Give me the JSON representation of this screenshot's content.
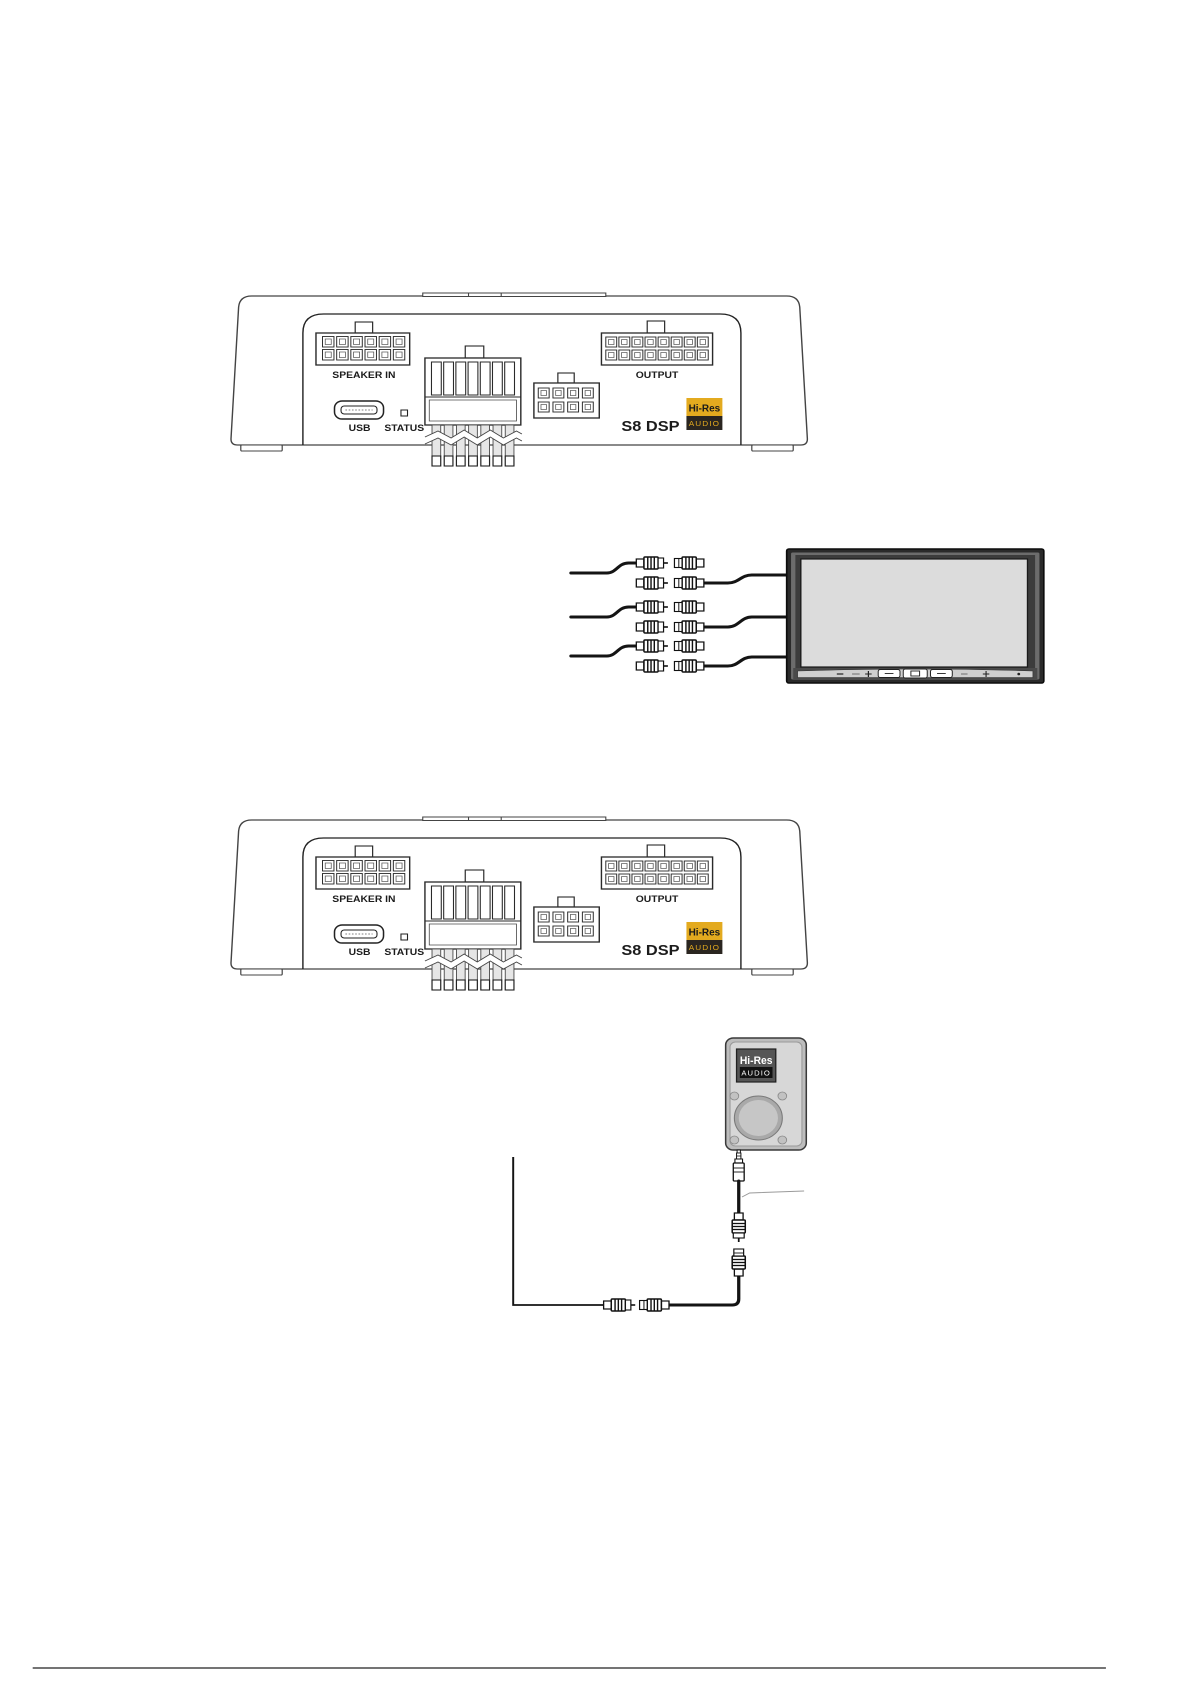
{
  "devices": [
    {
      "speaker_in": "SPEAKER IN",
      "output": "OUTPUT",
      "usb": "USB",
      "status": "STATUS",
      "model": "S8 DSP",
      "logo_top": "Hi-Res",
      "logo_bottom": "AUDIO"
    },
    {
      "speaker_in": "SPEAKER IN",
      "output": "OUTPUT",
      "usb": "USB",
      "status": "STATUS",
      "model": "S8 DSP",
      "logo_top": "Hi-Res",
      "logo_bottom": "AUDIO"
    }
  ],
  "player": {
    "logo_top": "Hi-Res",
    "logo_bottom": "AUDIO"
  },
  "icons": [
    "usb-port-icon",
    "status-led-icon",
    "rca-plug-icon",
    "head-unit-icon",
    "portable-player-icon",
    "mini-jack-icon"
  ],
  "colors": {
    "hires_gold": "#e3aa1f",
    "hires_dark": "#2a2520",
    "cable": "#141414",
    "screen": "#dcdcdc"
  }
}
